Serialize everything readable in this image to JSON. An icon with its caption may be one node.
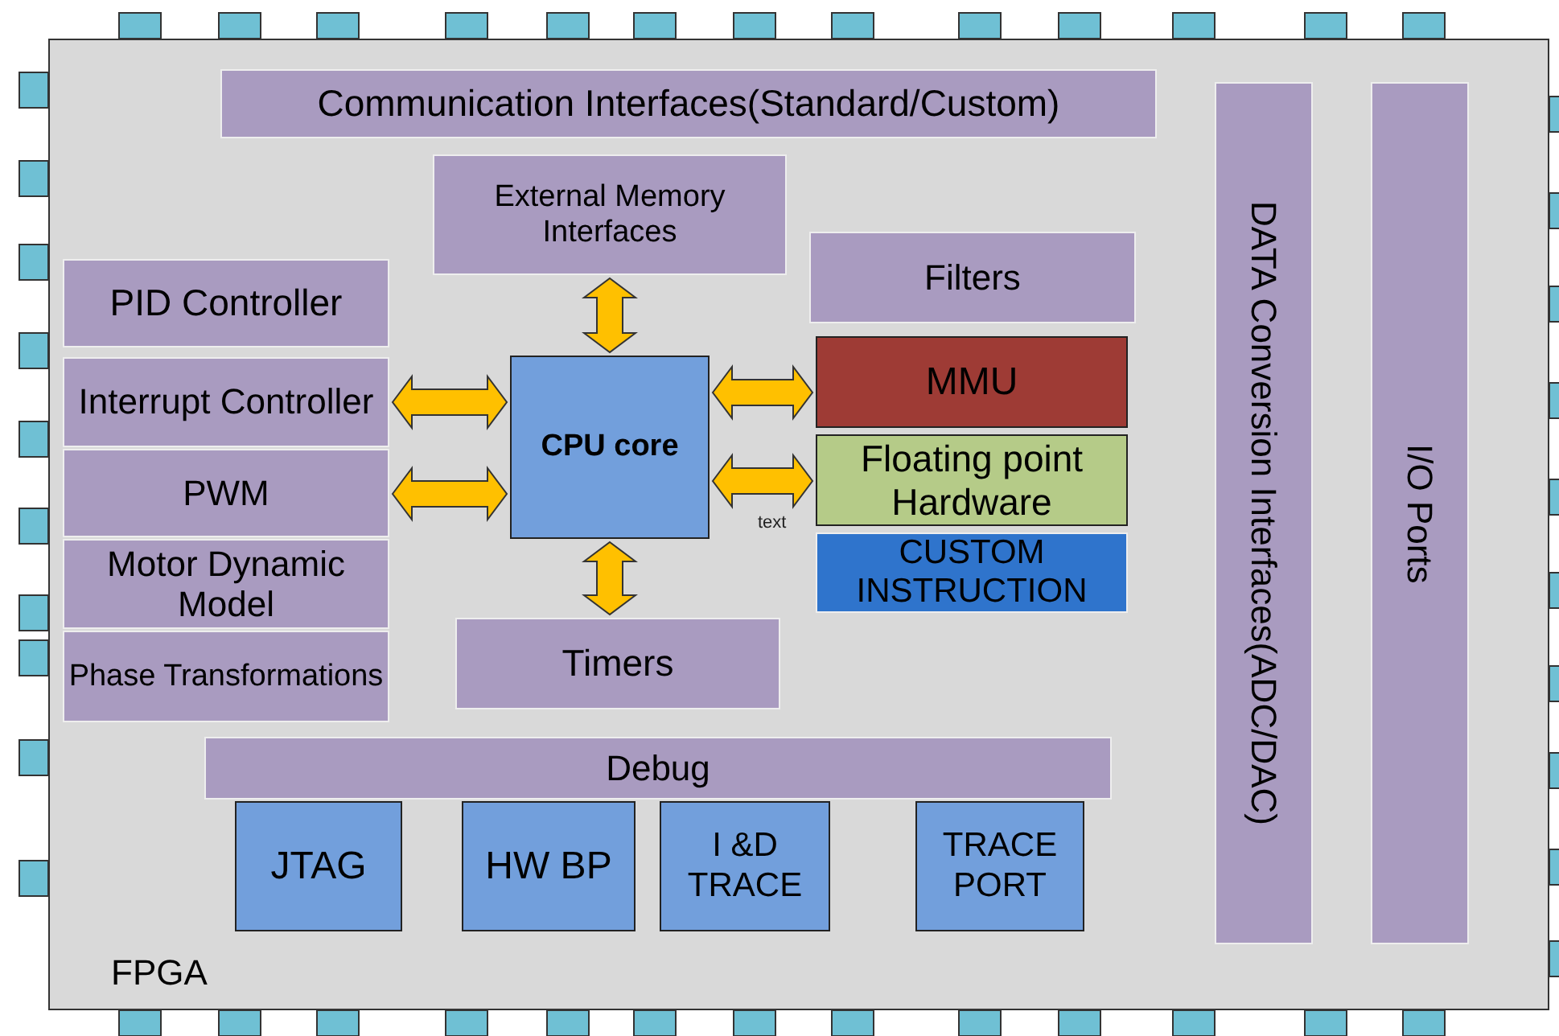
{
  "diagram": {
    "nodes": [
      {
        "text": [
          "FPGA"
        ]
      },
      {
        "text": [
          "Communication Interfaces(Standard/Custom)"
        ],
        "in": 0
      },
      {
        "text": [
          "External Memory Interfaces"
        ],
        "in": 0
      },
      {
        "text": [
          "PID Controller"
        ],
        "in": 0
      },
      {
        "text": [
          "Interrupt Controller"
        ],
        "in": 0
      },
      {
        "text": [
          "PWM"
        ],
        "in": 0
      },
      {
        "text": [
          "Motor Dynamic Model"
        ],
        "in": 0
      },
      {
        "text": [
          "Phase Transformations"
        ],
        "in": 0
      },
      {
        "text": [
          "CPU core"
        ],
        "in": 0
      },
      {
        "text": [
          "Filters"
        ],
        "in": 0
      },
      {
        "text": [
          "MMU"
        ],
        "in": 0
      },
      {
        "text": [
          "Floating point Hardware"
        ],
        "in": 0
      },
      {
        "text": [
          "CUSTOM INSTRUCTION"
        ],
        "in": 0
      },
      {
        "text": [
          "Timers"
        ],
        "in": 0
      },
      {
        "text": [
          "Debug"
        ],
        "in": 0
      },
      {
        "text": [
          "JTAG"
        ],
        "in": 0
      },
      {
        "text": [
          "HW BP"
        ],
        "in": 0
      },
      {
        "text": [
          "I &D TRACE"
        ],
        "in": 0
      },
      {
        "text": [
          "TRACE PORT"
        ],
        "in": 0
      },
      {
        "text": [
          "DATA Conversion Interfaces(ADC/DAC)"
        ],
        "in": 0
      },
      {
        "text": [
          "I/O Ports"
        ],
        "in": 0
      }
    ],
    "edges": [
      {
        "from": 8,
        "to": 2,
        "arrow": "both",
        "style": "thick"
      },
      {
        "from": 8,
        "to": 4,
        "arrow": "both",
        "style": "thick"
      },
      {
        "from": 8,
        "to": 5,
        "arrow": "both",
        "style": "thick"
      },
      {
        "from": 8,
        "to": 10,
        "arrow": "both",
        "style": "thick"
      },
      {
        "from": 8,
        "to": 11,
        "arrow": "both",
        "style": "thick"
      },
      {
        "from": 8,
        "to": 13,
        "arrow": "both",
        "style": "thick"
      }
    ],
    "labels": [
      "text"
    ]
  }
}
